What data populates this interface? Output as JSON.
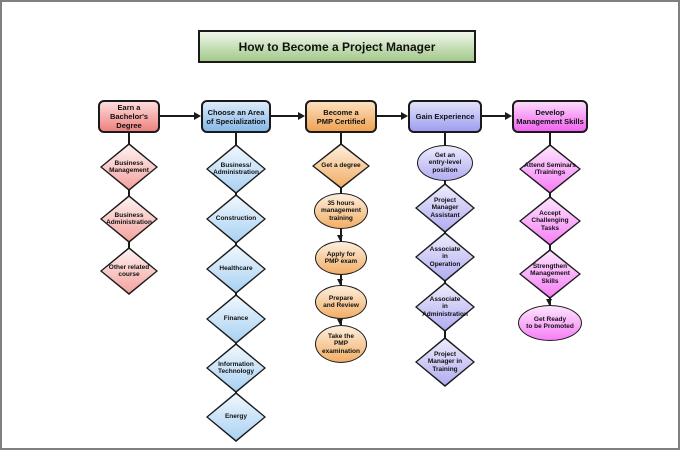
{
  "page": {
    "background": "#ffffff",
    "frame_border": "#808080"
  },
  "title": {
    "label": "How to Become a Project Manager",
    "colors": {
      "header_top": "#f0f7eb",
      "header_bottom": "#a2c98a"
    }
  },
  "columns": [
    {
      "name": "earn-degree",
      "header": "Earn a\nBachelor's Degree",
      "colors": {
        "header_top": "#fcdcdc",
        "header_bottom": "#ee827f",
        "shape_top": "#fef2f1",
        "shape_bottom": "#f3a29e"
      },
      "steps": [
        {
          "shape": "diamond",
          "label": "Business\nManagement"
        },
        {
          "shape": "diamond",
          "label": "Business\nAdministration"
        },
        {
          "shape": "diamond",
          "label": "Other related\ncourse"
        }
      ]
    },
    {
      "name": "specialization",
      "header": "Choose an Area\nof Specialization",
      "colors": {
        "header_top": "#ddebfa",
        "header_bottom": "#85b8e8",
        "shape_top": "#eff7fe",
        "shape_bottom": "#a9d1f2"
      },
      "steps": [
        {
          "shape": "diamond",
          "label": "Business/\nAdministration"
        },
        {
          "shape": "diamond",
          "label": "Construction"
        },
        {
          "shape": "diamond",
          "label": "Healthcare"
        },
        {
          "shape": "diamond",
          "label": "Finance"
        },
        {
          "shape": "diamond",
          "label": "Information\nTechnology"
        },
        {
          "shape": "diamond",
          "label": "Energy"
        }
      ]
    },
    {
      "name": "pmp-certification",
      "header": "Become a\nPMP Certified",
      "colors": {
        "header_top": "#fcdfbe",
        "header_bottom": "#f0a353",
        "shape_top": "#fdeedd",
        "shape_bottom": "#f2ae66"
      },
      "steps": [
        {
          "shape": "diamond",
          "label": "Get a degree"
        },
        {
          "shape": "ellipse",
          "label": "35 hours\nmanagement\ntraining"
        },
        {
          "shape": "ellipse",
          "label": "Apply for\nPMP exam"
        },
        {
          "shape": "ellipse",
          "label": "Prepare\nand Review"
        },
        {
          "shape": "ellipse",
          "label": "Take the\nPMP\nexamination"
        }
      ]
    },
    {
      "name": "gain-experience",
      "header": "Gain Experience",
      "colors": {
        "header_top": "#e2e2fa",
        "header_bottom": "#9e9ef0",
        "shape_top": "#ecebfb",
        "shape_bottom": "#b2adf2"
      },
      "steps": [
        {
          "shape": "ellipse",
          "label": "Get an\nentry-level\nposition"
        },
        {
          "shape": "diamond",
          "label": "Project\nManager\nAssistant"
        },
        {
          "shape": "diamond",
          "label": "Associate\nin\nOperation"
        },
        {
          "shape": "diamond",
          "label": "Associate\nin\nAdministration"
        },
        {
          "shape": "diamond",
          "label": "Project\nManager in\nTraining"
        }
      ]
    },
    {
      "name": "management-skills",
      "header": "Develop\nManagement Skills",
      "colors": {
        "header_top": "#fbd9fb",
        "header_bottom": "#f163f1",
        "shape_top": "#fde4fd",
        "shape_bottom": "#f67ef6"
      },
      "steps": [
        {
          "shape": "diamond",
          "label": "Attend Seminars\n/Trainings"
        },
        {
          "shape": "diamond",
          "label": "Accept\nChallenging\nTasks"
        },
        {
          "shape": "diamond",
          "label": "Strengthen\nManagement\nSkills"
        },
        {
          "shape": "ellipse",
          "label": "Get Ready\nto be Promoted"
        }
      ]
    }
  ]
}
